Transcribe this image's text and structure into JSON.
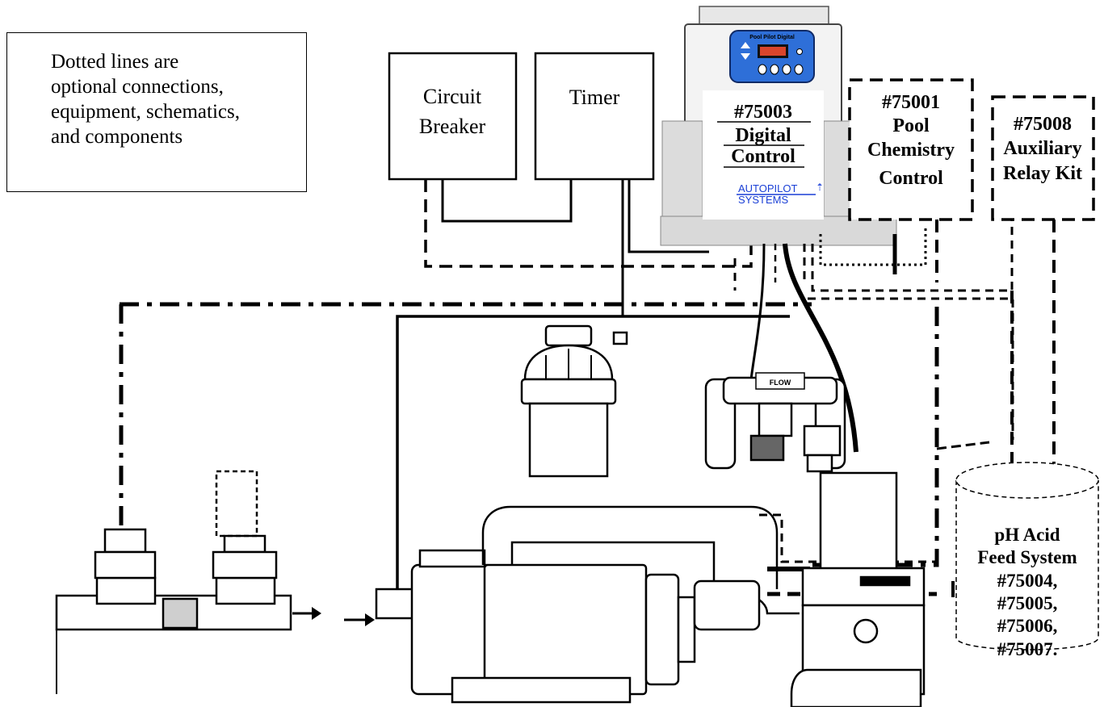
{
  "note": {
    "lines": [
      "Dotted lines are",
      "optional connections,",
      "equipment, schematics,",
      "and components"
    ]
  },
  "circuit_breaker": {
    "line1": "Circuit",
    "line2": "Breaker"
  },
  "timer": {
    "label": "Timer"
  },
  "digital_control": {
    "part": "#75003",
    "line1": "Digital",
    "line2": "Control",
    "brand1": "AUTOPILOT",
    "brand2": "SYSTEMS",
    "panel_title": "Pool Pilot Digital"
  },
  "pool_chemistry": {
    "part": "#75001",
    "line1": "Pool",
    "line2": "Chemistry",
    "line3": "Control"
  },
  "aux_relay": {
    "part": "#75008",
    "line1": "Auxiliary",
    "line2": "Relay Kit"
  },
  "ph_feed": {
    "line1": "pH Acid",
    "line2": "Feed System",
    "line3": "#75004,",
    "line4": "#75005,",
    "line5": "#75006,",
    "line6": "#75007."
  },
  "flow_cell": {
    "label": "FLOW"
  },
  "colors": {
    "ink": "#000000",
    "brand_blue": "#1a3fd6",
    "panel_blue": "#2e6fd8"
  }
}
